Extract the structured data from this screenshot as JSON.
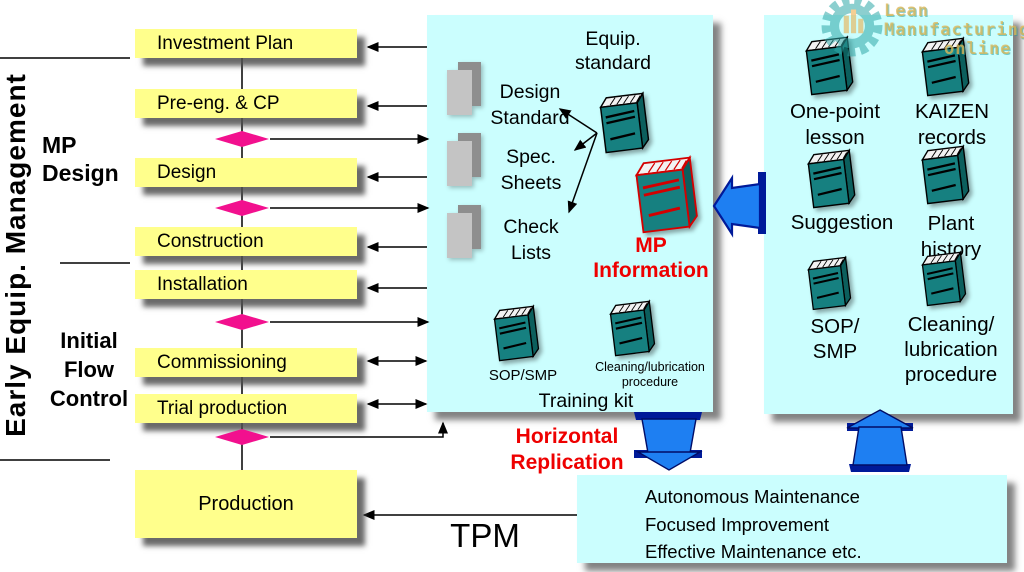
{
  "left": {
    "vertical_label": "Early Equip. Management",
    "mp_design": [
      "MP",
      "Design"
    ],
    "initial_flow_control": [
      "Initial",
      "Flow",
      "Control"
    ],
    "flow_boxes": [
      "Investment Plan",
      "Pre-eng. & CP",
      "Design",
      "Construction",
      "Installation",
      "Commissioning",
      "Trial production",
      "Production"
    ]
  },
  "middle_panel": {
    "equip_standard": [
      "Equip.",
      "standard"
    ],
    "design_standard": [
      "Design",
      "Standard"
    ],
    "spec_sheets": [
      "Spec.",
      "Sheets"
    ],
    "check_lists": [
      "Check",
      "Lists"
    ],
    "mp_information": [
      "MP",
      "Information"
    ],
    "sop_smp_label": "SOP/SMP",
    "cleaning_label": [
      "Cleaning/lubrication",
      "procedure"
    ],
    "training_kit": "Training kit"
  },
  "right_panel": {
    "one_point_lesson": [
      "One-point",
      "lesson"
    ],
    "kaizen_records": [
      "KAIZEN",
      "records"
    ],
    "suggestion": "Suggestion",
    "plant_history": [
      "Plant",
      "history"
    ],
    "sop_smp": [
      "SOP/",
      "SMP"
    ],
    "cleaning_procedure": [
      "Cleaning/",
      "lubrication",
      "procedure"
    ]
  },
  "bottom": {
    "horizontal_replication": [
      "Horizontal",
      "Replication"
    ],
    "tpm_label": "TPM",
    "maintenance_lines": [
      "Autonomous Maintenance",
      "Focused Improvement",
      "Effective Maintenance etc."
    ]
  },
  "watermark": [
    "Lean",
    "Manufacturing",
    "online"
  ],
  "icons": {
    "book": "book-icon",
    "document": "document-stack-icon",
    "diamond": "milestone-diamond",
    "gear": "gear-icon",
    "block_arrows": [
      "block-arrow-left",
      "block-arrow-down",
      "block-arrow-up"
    ]
  },
  "colors": {
    "panel_cyan": "#CBFEFE",
    "box_yellow": "#FFFF8C",
    "diamond_pink": "#F2108E",
    "book_teal": "#168080",
    "book_side_teal": "#0C5F5D",
    "accent_red": "#EE0000",
    "arrow_blue": "#1E7FF2",
    "arrow_navy": "#001A99",
    "doc_gray": "#C4C4C4",
    "watermark_gold": "#DCB654"
  }
}
